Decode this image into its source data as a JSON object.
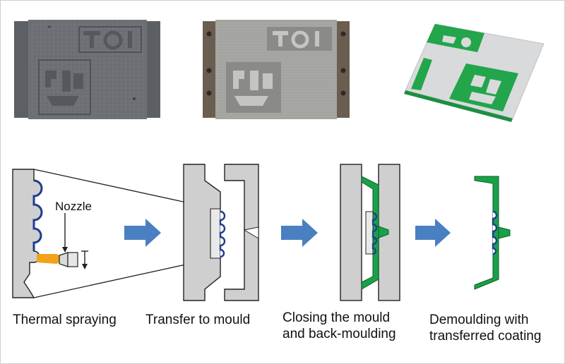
{
  "labels": {
    "nozzle": "Nozzle"
  },
  "steps": [
    {
      "line1": "Thermal spraying",
      "line2": ""
    },
    {
      "line1": "Transfer to mould",
      "line2": ""
    },
    {
      "line1": "Closing the mould",
      "line2": "and back-moulding"
    },
    {
      "line1": "Demoulding with",
      "line2": "transferred coating"
    }
  ],
  "colors": {
    "mould_grey": "#cfcfcf",
    "outline": "#222222",
    "coating_blue": "#1f3d8f",
    "plastic_green": "#19a14a",
    "arrow_blue": "#4a7fc1",
    "spray_orange": "#f2a21b",
    "photo_dark_grey": "#707478",
    "photo_metal": "#9a9a96",
    "photo_green": "#22a54b"
  }
}
